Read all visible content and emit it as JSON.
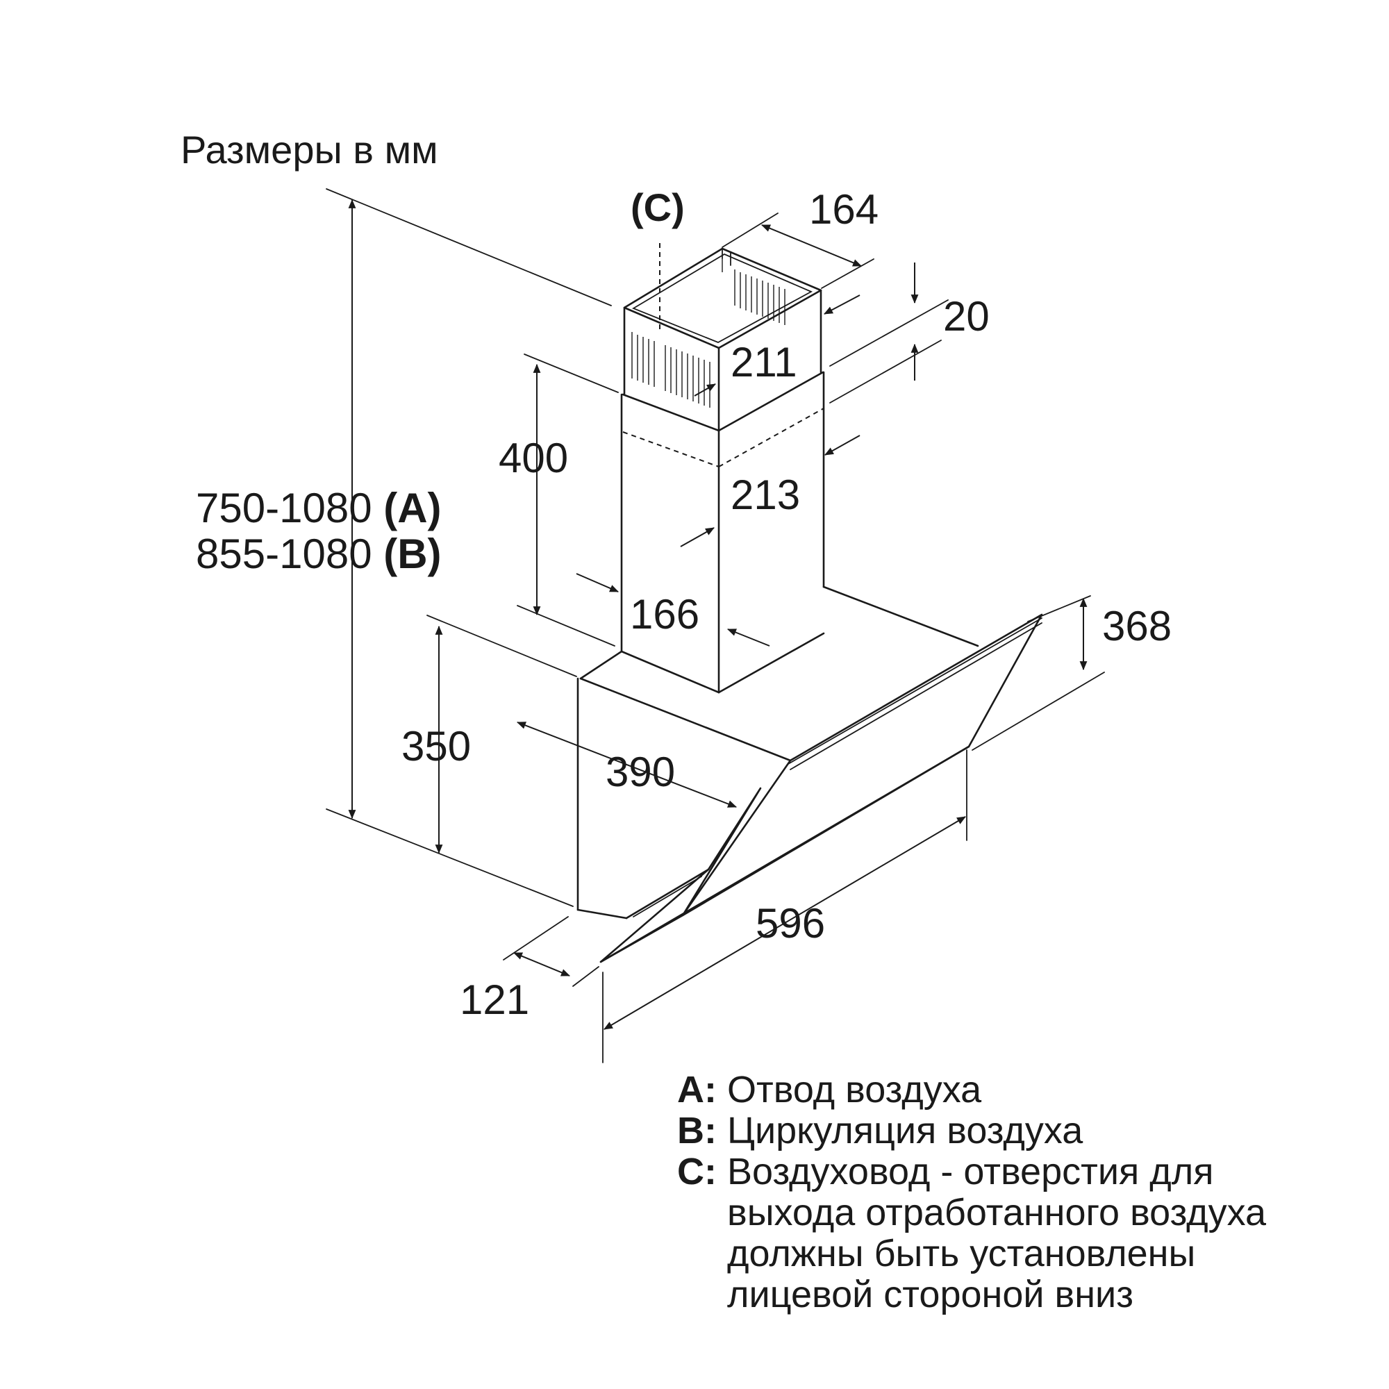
{
  "units_title": "Размеры в мм",
  "chimney_label": "(C)",
  "dimensions": {
    "duct_width": "164",
    "gap": "20",
    "duct_depth_top": "211",
    "duct_depth_bottom": "213",
    "duct_height": "400",
    "duct_width_bottom": "166",
    "total_height_a": "750-1080",
    "total_height_a_key": "(A)",
    "total_height_b": "855-1080",
    "total_height_b_key": "(B)",
    "body_height": "350",
    "body_depth": "390",
    "panel_height": "368",
    "hood_width": "596",
    "base_depth": "121"
  },
  "legend": [
    {
      "key": "A:",
      "text": "Отвод воздуха"
    },
    {
      "key": "B:",
      "text": "Циркуляция воздуха"
    },
    {
      "key": "C:",
      "text": "Воздуховод - отверстия для выхода отработанного воздуха должны быть установлены лицевой стороной вниз"
    }
  ]
}
